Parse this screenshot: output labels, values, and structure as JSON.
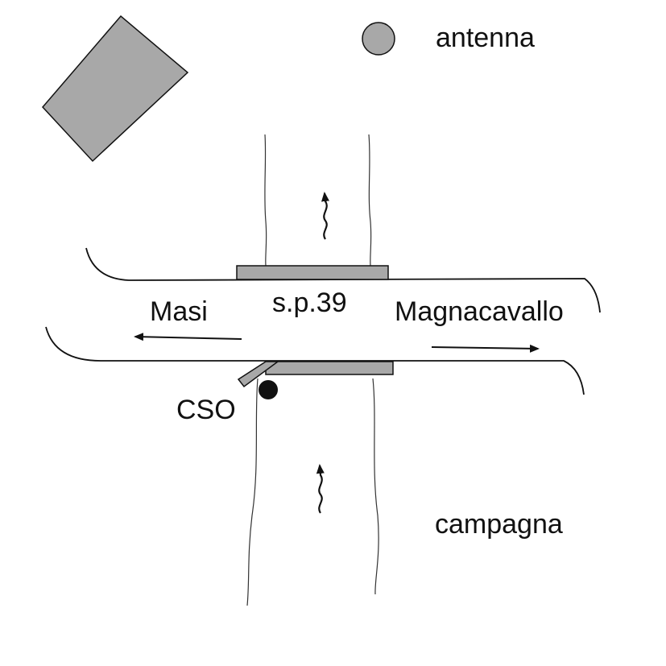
{
  "labels": {
    "antenna": "antenna",
    "road": "s.p.39",
    "left_direction": "Masi",
    "right_direction": "Magnacavallo",
    "overflow": "CSO",
    "countryside": "campagna"
  },
  "colors": {
    "fill_gray": "#a8a8a8",
    "stroke": "#111111",
    "background": "#ffffff"
  },
  "icons": {
    "antenna_marker": "filled-gray-circle",
    "cso_marker": "filled-black-circle",
    "flow_arrows": "wavy-arrow-up"
  }
}
